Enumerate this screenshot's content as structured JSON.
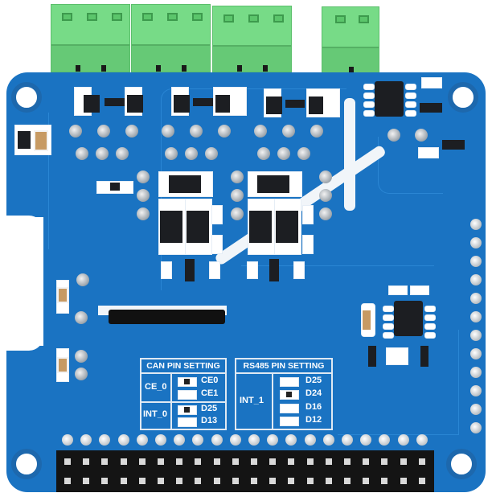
{
  "subject": "Raspberry Pi HAT expansion board with CAN and RS485 interfaces",
  "colors": {
    "pcb_blue": "#1a73c2",
    "terminal_green": "#77db87",
    "silkscreen": "#ffffff",
    "header_black": "#141414"
  },
  "terminal_blocks": [
    {
      "positions": 3
    },
    {
      "positions": 3
    },
    {
      "positions": 3
    },
    {
      "positions": 2
    }
  ],
  "can_pin_setting": {
    "title": "CAN PIN SETTING",
    "groups": [
      {
        "label": "CE_0",
        "options": [
          {
            "pin": "CE0",
            "selected": true
          },
          {
            "pin": "CE1",
            "selected": false
          }
        ]
      },
      {
        "label": "INT_0",
        "options": [
          {
            "pin": "D25",
            "selected": true
          },
          {
            "pin": "D13",
            "selected": false
          }
        ]
      }
    ]
  },
  "rs485_pin_setting": {
    "title": "RS485 PIN SETTING",
    "groups": [
      {
        "label": "INT_1",
        "options": [
          {
            "pin": "D25",
            "selected": false
          },
          {
            "pin": "D24",
            "selected": true
          },
          {
            "pin": "D16",
            "selected": false
          },
          {
            "pin": "D12",
            "selected": false
          }
        ]
      }
    ]
  },
  "gpio_header": {
    "rows": 2,
    "pins_per_row": 20
  }
}
